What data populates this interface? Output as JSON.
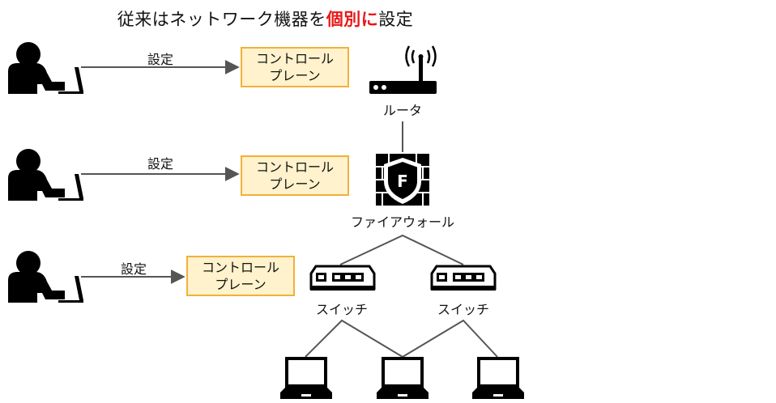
{
  "title": {
    "prefix": "従来はネットワーク機器を",
    "emphasis": "個別に",
    "suffix": "設定"
  },
  "colors": {
    "emphasis": "#e81818",
    "box_fill": "#fff2cc",
    "box_border": "#f0b13a",
    "icon": "#000000",
    "line": "#555555"
  },
  "rows": [
    {
      "arrow_label": "設定",
      "box_line1": "コントロール",
      "box_line2": "プレーン"
    },
    {
      "arrow_label": "設定",
      "box_line1": "コントロール",
      "box_line2": "プレーン"
    },
    {
      "arrow_label": "設定",
      "box_line1": "コントロール",
      "box_line2": "プレーン"
    }
  ],
  "devices": {
    "router": {
      "label": "ルータ",
      "icon": "router-icon"
    },
    "firewall": {
      "label": "ファイアウォール",
      "icon": "firewall-icon",
      "badge": "F"
    },
    "switch_left": {
      "label": "スイッチ",
      "icon": "switch-icon"
    },
    "switch_right": {
      "label": "スイッチ",
      "icon": "switch-icon"
    },
    "laptops": [
      {
        "icon": "laptop-icon"
      },
      {
        "icon": "laptop-icon"
      },
      {
        "icon": "laptop-icon"
      }
    ]
  }
}
